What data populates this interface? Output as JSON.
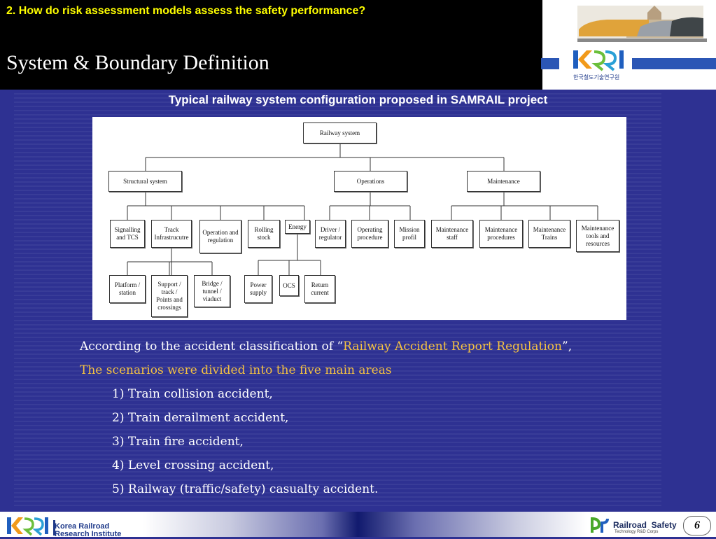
{
  "header": {
    "question": "2. How do risk assessment models assess the safety performance?",
    "title": "System & Boundary Definition"
  },
  "logo": {
    "name": "KRRI",
    "korean": "한국철도기술연구원"
  },
  "subtitle": "Typical railway system configuration proposed in SAMRAIL project",
  "diagram": {
    "root": "Railway system",
    "level1": [
      "Structural system",
      "Operations",
      "Maintenance"
    ],
    "level2": [
      "Signalling\nand TCS",
      "Track\nInfrastrucutre",
      "Operation and\nregulation",
      "Rolling\nstock",
      "Energy",
      "Driver /\nregulator",
      "Operating\nprocedure",
      "Mission\nprofil",
      "Maintenance\nstaff",
      "Maintenance\nprocedures",
      "Maintenance\nTrains",
      "Maintenance\ntools and\nresources"
    ],
    "level3": [
      "Platform /\nstation",
      "Support /\ntrack /\nPoints and\ncrossings",
      "Bridge /\ntunnel /\nviaduct",
      "Power\nsupply",
      "OCS",
      "Return\ncurrent"
    ]
  },
  "body": {
    "intro_prefix": "According to the accident classification of “",
    "regulation": "Railway Accident Report Regulation",
    "intro_suffix": "”,",
    "scenarios_line": "The scenarios were divided into the five main areas",
    "items": [
      "1) Train collision accident,",
      "2) Train derailment accident,",
      "3) Train fire accident,",
      "4) Level crossing accident,",
      "5) Railway (traffic/safety) casualty accident."
    ]
  },
  "footer": {
    "org_line1": "Korea Railroad",
    "org_line2": "Research Institute",
    "brand_title": "Railroad  Safety",
    "brand_sub": "Technology R&D Corps",
    "page_number": "6"
  },
  "colors": {
    "background": "#2e3192",
    "question": "#ffff00",
    "highlight": "#f5c242"
  }
}
